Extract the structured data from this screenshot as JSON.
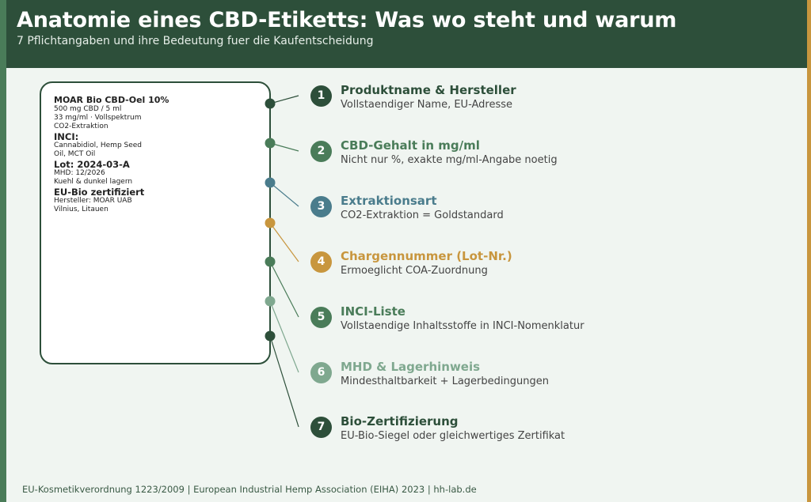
{
  "header": {
    "title": "Anatomie eines CBD-Etiketts: Was wo steht und warum",
    "subtitle": "7 Pflichtangaben und ihre Bedeutung fuer die Kaufentscheidung"
  },
  "label": {
    "product": "MOAR Bio CBD-Oel 10%",
    "l1": "500 mg CBD / 5 ml",
    "l2": "33 mg/ml · Vollspektrum",
    "l3": "CO2-Extraktion",
    "inci_h": "INCI:",
    "inci1": "Cannabidiol, Hemp Seed",
    "inci2": "Oil, MCT Oil",
    "lot": "Lot: 2024-03-A",
    "mhd": "MHD: 12/2026",
    "storage": "Kuehl & dunkel lagern",
    "bio": "EU-Bio zertifiziert",
    "maker": "Hersteller: MOAR UAB",
    "city": "Vilnius, Litauen"
  },
  "items": [
    {
      "num": "1",
      "title": "Produktname & Hersteller",
      "desc": "Vollstaendiger Name, EU-Adresse",
      "color": "#2d4f3a"
    },
    {
      "num": "2",
      "title": "CBD-Gehalt in mg/ml",
      "desc": "Nicht nur %, exakte mg/ml-Angabe noetig",
      "color": "#4a7c59"
    },
    {
      "num": "3",
      "title": "Extraktionsart",
      "desc": "CO2-Extraktion = Goldstandard",
      "color": "#4a7c8c"
    },
    {
      "num": "4",
      "title": "Chargennummer (Lot-Nr.)",
      "desc": "Ermoeglicht COA-Zuordnung",
      "color": "#c8963e"
    },
    {
      "num": "5",
      "title": "INCI-Liste",
      "desc": "Vollstaendige Inhaltsstoffe in INCI-Nomenklatur",
      "color": "#4a7c59"
    },
    {
      "num": "6",
      "title": "MHD & Lagerhinweis",
      "desc": "Mindesthaltbarkeit + Lagerbedingungen",
      "color": "#7fa88f"
    },
    {
      "num": "7",
      "title": "Bio-Zertifizierung",
      "desc": "EU-Bio-Siegel oder gleichwertiges Zertifikat",
      "color": "#2d4f3a"
    }
  ],
  "footer": "EU-Kosmetikverordnung 1223/2009  |  European Industrial Hemp Association (EIHA) 2023  |  hh-lab.de"
}
